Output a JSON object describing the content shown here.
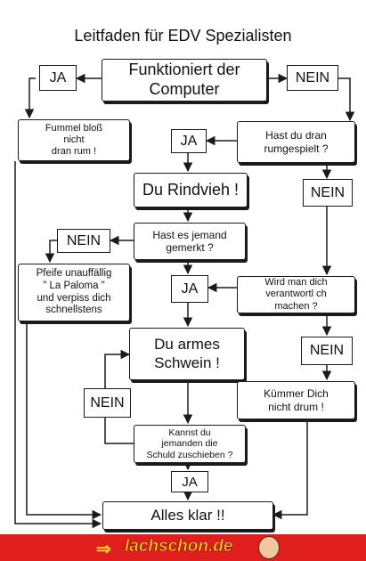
{
  "title": "Leitfaden für  EDV Spezialisten",
  "nodes": {
    "start": "Funktioniert der\nComputer",
    "ja_top": "JA",
    "nein_top": "NEIN",
    "fummel": "Fummel bloß\nnicht\ndran rum !",
    "gespielt": "Hast du dran\nrumgespielt ?",
    "ja_gespielt": "JA",
    "rindvieh": "Du Rindvieh !",
    "nein_right1": "NEIN",
    "gemerkt": "Hast es jemand\ngemerkt ?",
    "nein_gemerkt": "NEIN",
    "paloma": "Pfeife unauffällig\n\" La Paloma \"\nund verpiss dich\nschnellstens",
    "ja_middle": "JA",
    "verantwortlich": "Wird man dich\nverantwortl ch\nmachen ?",
    "schwein": "Du armes\nSchwein !",
    "nein_right2": "NEIN",
    "nein_left": "NEIN",
    "kuemmer": "Kümmer Dich\nnicht drum !",
    "schuld": "Kannst du\njemanden die\nSchuld zuschieben ?",
    "ja_bottom": "JA",
    "alles_klar": "Alles klar !!"
  },
  "footer": {
    "logo_text": "lachschon.de",
    "arrow_icon": "double-right-arrow-icon",
    "face_icon": "smiley-face-icon",
    "background_color": "#e01e1e",
    "text_color": "#ffd21a"
  }
}
